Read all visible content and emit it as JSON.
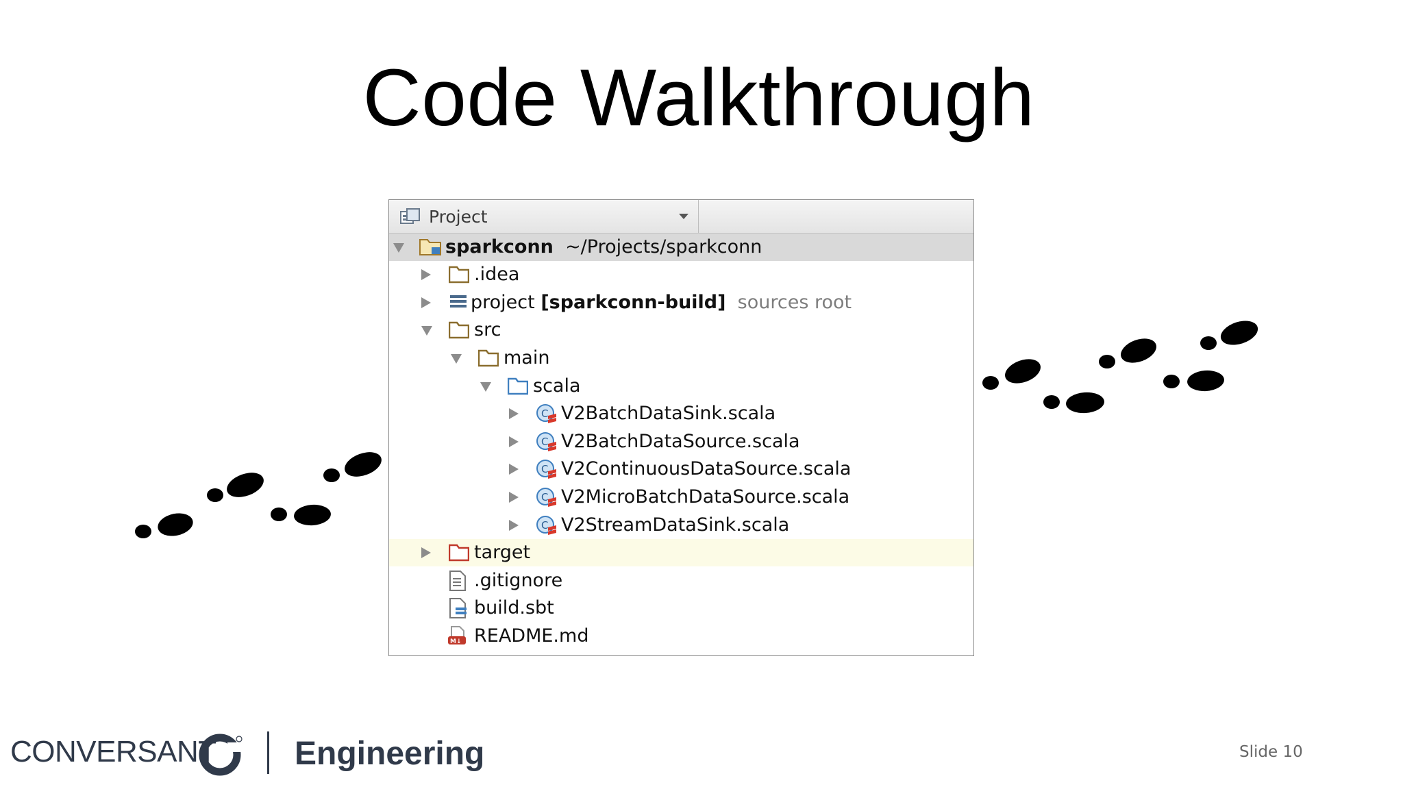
{
  "slide": {
    "title": "Code Walkthrough",
    "slide_number": "Slide 10"
  },
  "footer": {
    "company": "CONVERSANT",
    "department": "Engineering"
  },
  "project_panel": {
    "header_label": "Project",
    "header_icon": "project-view-icon",
    "tree": [
      {
        "name": "sparkconn",
        "hint": "~/Projects/sparkconn",
        "state": "expanded",
        "icon": "module-folder-icon",
        "selected": true
      },
      {
        "name": ".idea",
        "state": "collapsed",
        "icon": "folder-icon"
      },
      {
        "name": "project",
        "bold_suffix": "[sparkconn-build]",
        "hint": "sources root",
        "state": "collapsed",
        "icon": "sources-root-icon"
      },
      {
        "name": "src",
        "state": "expanded",
        "icon": "folder-icon"
      },
      {
        "name": "main",
        "state": "expanded",
        "icon": "folder-icon"
      },
      {
        "name": "scala",
        "state": "expanded",
        "icon": "source-folder-icon"
      },
      {
        "name": "V2BatchDataSink.scala",
        "state": "collapsed",
        "icon": "scala-class-icon"
      },
      {
        "name": "V2BatchDataSource.scala",
        "state": "collapsed",
        "icon": "scala-class-icon"
      },
      {
        "name": "V2ContinuousDataSource.scala",
        "state": "collapsed",
        "icon": "scala-class-icon"
      },
      {
        "name": "V2MicroBatchDataSource.scala",
        "state": "collapsed",
        "icon": "scala-class-icon"
      },
      {
        "name": "V2StreamDataSink.scala",
        "state": "collapsed",
        "icon": "scala-class-icon"
      },
      {
        "name": "target",
        "state": "collapsed",
        "icon": "excluded-folder-icon",
        "highlighted": true
      },
      {
        "name": ".gitignore",
        "icon": "text-file-icon"
      },
      {
        "name": "build.sbt",
        "icon": "sbt-file-icon"
      },
      {
        "name": "README.md",
        "icon": "markdown-file-icon"
      }
    ]
  },
  "colors": {
    "folder": "#8a6d2e",
    "source_folder": "#3f7fbf",
    "excluded_folder": "#c0392b",
    "selected_row": "#d9d9d9",
    "highlighted_row": "#fcfbe6",
    "logo": "#303a4a"
  }
}
